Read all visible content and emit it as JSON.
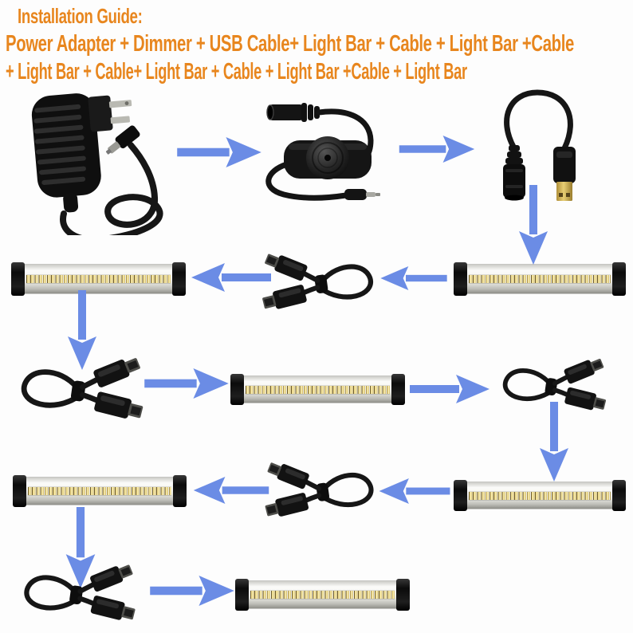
{
  "title": {
    "heading": "Installation Guide:",
    "sequence_line_1": "Power Adapter + Dimmer + USB Cable+ Light Bar + Cable + Light Bar +Cable",
    "sequence_line_2": "+ Light Bar + Cable+ Light Bar + Cable + Light Bar +Cable + Light Bar"
  },
  "colors": {
    "title_orange": "#E8861E",
    "arrow_blue": "#6B8CE5",
    "background": "#FDFDFD"
  },
  "components": {
    "power_adapter": {
      "label": "Power Adapter",
      "count": 1
    },
    "dimmer": {
      "label": "Dimmer",
      "count": 1
    },
    "usb_cable": {
      "label": "USB Cable",
      "count": 1
    },
    "light_bar": {
      "label": "Light Bar",
      "count": 6,
      "approx_leds_per_bar": 40
    },
    "connector_cable": {
      "label": "Cable",
      "count": 5
    }
  },
  "flow_sequence": [
    "Power Adapter",
    "Dimmer",
    "USB Cable",
    "Light Bar",
    "Cable",
    "Light Bar",
    "Cable",
    "Light Bar",
    "Cable",
    "Light Bar",
    "Cable",
    "Light Bar",
    "Cable",
    "Light Bar"
  ]
}
